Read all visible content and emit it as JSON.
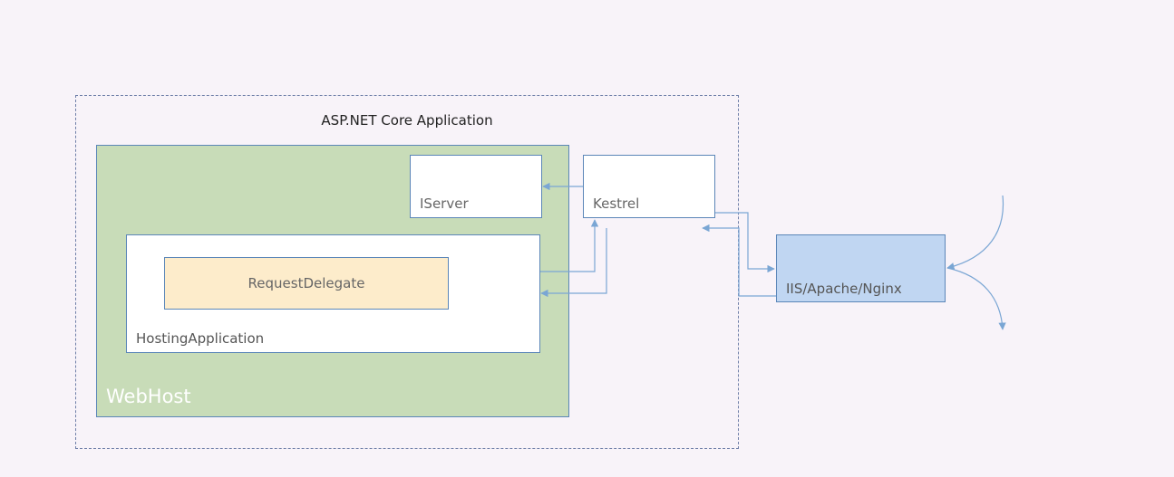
{
  "app": {
    "title": "ASP.NET Core Application"
  },
  "webhost": {
    "label": "WebHost"
  },
  "hosting_application": {
    "label": "HostingApplication"
  },
  "request_delegate": {
    "label": "RequestDelegate"
  },
  "iserver": {
    "label": "IServer"
  },
  "kestrel": {
    "label": "Kestrel"
  },
  "proxy": {
    "label": "IIS/Apache/Nginx"
  },
  "colors": {
    "background": "#f8f3f9",
    "webhost_fill": "#c8dcb8",
    "request_delegate_fill": "#fdeccb",
    "proxy_fill": "#c0d6f2",
    "connector": "#7aa6d4",
    "border": "#5b86b8"
  }
}
